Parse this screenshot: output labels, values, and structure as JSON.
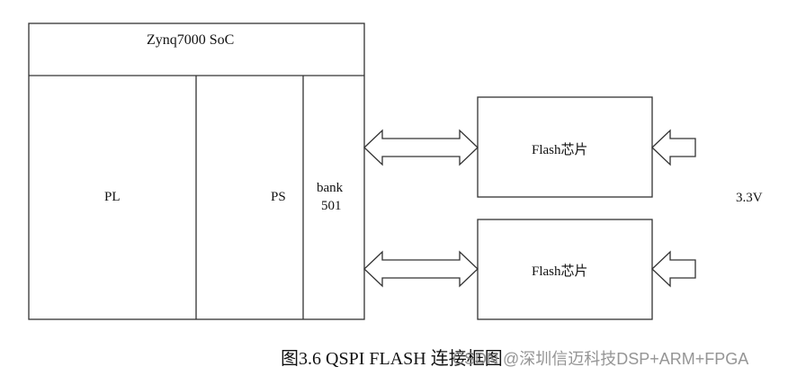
{
  "soc": {
    "title": "Zynq7000 SoC",
    "pl": "PL",
    "ps": "PS",
    "bank_line1": "bank",
    "bank_line2": "501"
  },
  "flash": [
    {
      "label": "Flash芯片"
    },
    {
      "label": "Flash芯片"
    }
  ],
  "power": "3.3V",
  "caption": "图3.6 QSPI FLASH 连接框图",
  "watermark": "CSDN @深圳信迈科技DSP+ARM+FPGA",
  "colors": {
    "line": "#333333",
    "text": "#111111",
    "watermark": "#8a8a8a"
  }
}
